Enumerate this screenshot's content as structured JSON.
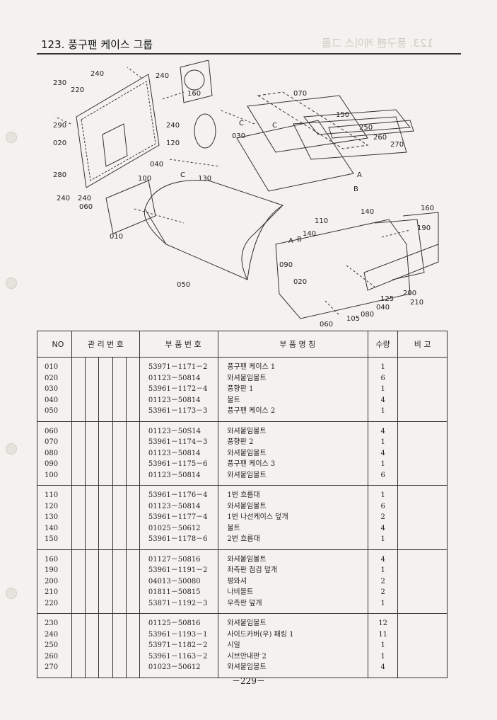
{
  "header": {
    "title": "123. 풍구팬 케이스 그룹"
  },
  "diagram": {
    "callouts": [
      "230",
      "240",
      "220",
      "240",
      "160",
      "070",
      "290",
      "240",
      "150",
      "250",
      "020",
      "120",
      "030",
      "260",
      "270",
      "280",
      "040",
      "130",
      "C",
      "A",
      "240",
      "240",
      "100",
      "B",
      "060",
      "140",
      "160",
      "010",
      "110",
      "190",
      "140",
      "B",
      "A",
      "090",
      "020",
      "125",
      "200",
      "050",
      "080",
      "040",
      "210",
      "060",
      "105",
      "C",
      "C"
    ]
  },
  "table": {
    "headers": {
      "no": "NO",
      "mgmt": "관 리 번 호",
      "part_no": "부 품 번 호",
      "part_name": "부   품   명   칭",
      "qty": "수량",
      "remarks": "비 고"
    },
    "groups": [
      {
        "rows": [
          {
            "no": "010",
            "part": "53971－1171－2",
            "name": "풍구팬 케이스 1",
            "qty": "1"
          },
          {
            "no": "020",
            "part": "01123－50814",
            "name": "와셔붙임볼트",
            "qty": "6"
          },
          {
            "no": "030",
            "part": "53961－1172－4",
            "name": "풍향판 1",
            "qty": "1"
          },
          {
            "no": "040",
            "part": "01123－50814",
            "name": "볼트",
            "qty": "4"
          },
          {
            "no": "050",
            "part": "53961－1173－3",
            "name": "풍구팬 케이스 2",
            "qty": "1"
          }
        ]
      },
      {
        "rows": [
          {
            "no": "060",
            "part": "01123－50S14",
            "name": "와셔붙임볼트",
            "qty": "4"
          },
          {
            "no": "070",
            "part": "53961－1174－3",
            "name": "풍향판 2",
            "qty": "1"
          },
          {
            "no": "080",
            "part": "01123－50814",
            "name": "와셔붙임볼트",
            "qty": "4"
          },
          {
            "no": "090",
            "part": "53961－1175－6",
            "name": "풍구팬 케이스 3",
            "qty": "1"
          },
          {
            "no": "100",
            "part": "01123－50814",
            "name": "와셔붙임볼트",
            "qty": "6"
          }
        ]
      },
      {
        "rows": [
          {
            "no": "110",
            "part": "53961－1176－4",
            "name": "1번 흐름대",
            "qty": "1"
          },
          {
            "no": "120",
            "part": "01123－50814",
            "name": "와셔붙임볼트",
            "qty": "6"
          },
          {
            "no": "130",
            "part": "53961－1177－4",
            "name": "1번 나선케이스 덮개",
            "qty": "2"
          },
          {
            "no": "140",
            "part": "01025－50612",
            "name": "볼트",
            "qty": "4"
          },
          {
            "no": "150",
            "part": "53961－1178－6",
            "name": "2번 흐름대",
            "qty": "1"
          }
        ]
      },
      {
        "rows": [
          {
            "no": "160",
            "part": "01127－50816",
            "name": "와셔붙임볼트",
            "qty": "4"
          },
          {
            "no": "190",
            "part": "53961－1191－2",
            "name": "좌측판 점검 덮개",
            "qty": "1"
          },
          {
            "no": "200",
            "part": "04013－50080",
            "name": "평와셔",
            "qty": "2"
          },
          {
            "no": "210",
            "part": "01811－50815",
            "name": "나비볼트",
            "qty": "2"
          },
          {
            "no": "220",
            "part": "53871－1192－3",
            "name": "우측판 덮개",
            "qty": "1"
          }
        ]
      },
      {
        "rows": [
          {
            "no": "230",
            "part": "01125－50816",
            "name": "와셔붙임볼트",
            "qty": "12"
          },
          {
            "no": "240",
            "part": "53961－1193－1",
            "name": "사이드카버(우) 패킹 1",
            "qty": "11"
          },
          {
            "no": "250",
            "part": "53971－1182－2",
            "name": "시일",
            "qty": "1"
          },
          {
            "no": "260",
            "part": "53961－1163－2",
            "name": "시브안내판 2",
            "qty": "1"
          },
          {
            "no": "270",
            "part": "01023－50612",
            "name": "와셔붙임볼트",
            "qty": "4"
          }
        ]
      }
    ]
  },
  "footer": {
    "page_number": "－229－"
  },
  "ghost_text": "123. 풍구팬 케이스 그룹"
}
